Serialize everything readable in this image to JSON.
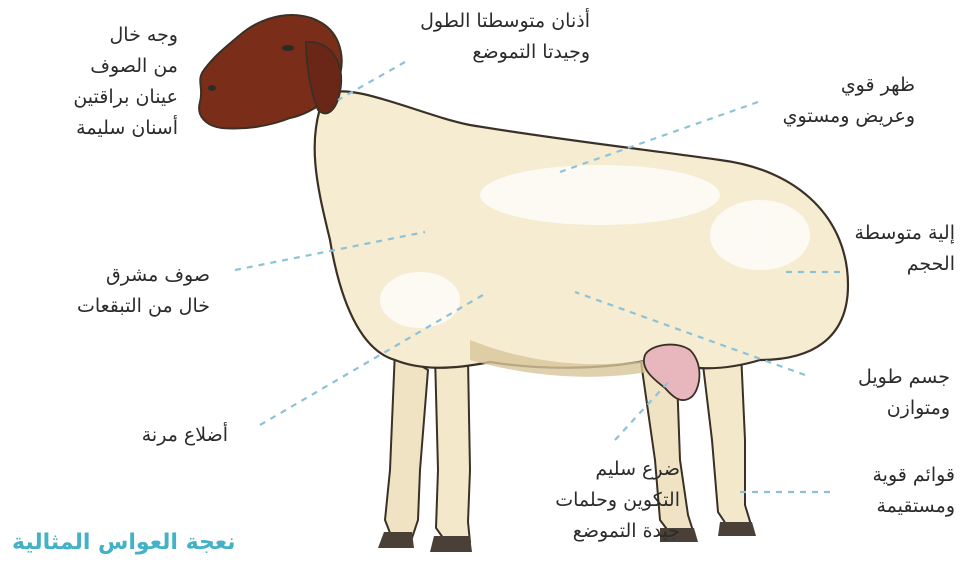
{
  "labels": {
    "face": "وجه خال\nمن الصوف\nعينان براقتين\nأسنان سليمة",
    "ears": "أذنان متوسطتا الطول\nوجيدتا التموضع",
    "back": "ظهر قوي\nوعريض ومستوي",
    "tail": "إلية متوسطة\nالحجم",
    "body": "جسم طويل\nومتوازن",
    "legs": "قوائم قوية\nومستقيمة",
    "udder": "ضرع سليم\nالتكوين وحلمات\nجيدة التموضع",
    "ribs": "أضلاع مرنة",
    "wool": "صوف مشرق\nخال من التبقعات"
  },
  "title": "نعجة العواس المثالية",
  "colors": {
    "title": "#43b1c6",
    "leader": "#8cc2d8",
    "wool": "#f5ecd2",
    "head": "#7a2e1a",
    "udder": "#e7b7bd"
  }
}
